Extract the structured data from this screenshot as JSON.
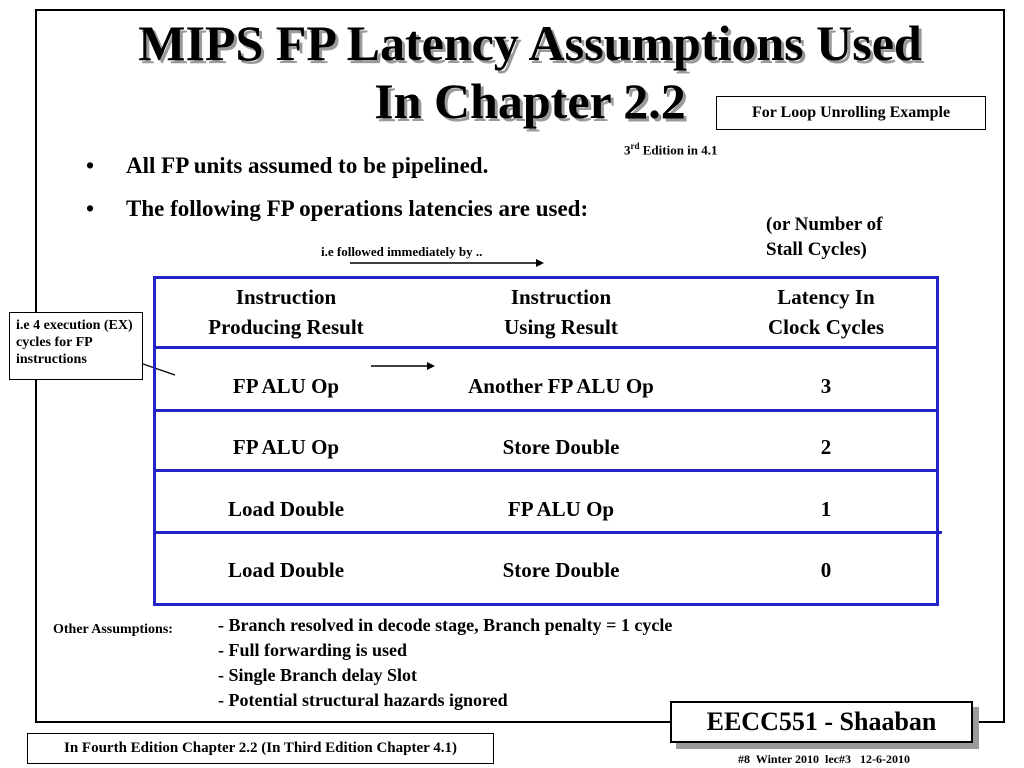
{
  "title": {
    "line1": "MIPS FP Latency Assumptions Used",
    "line2": "In Chapter 2.2"
  },
  "loop_note": "For Loop Unrolling Example",
  "edition_note": {
    "prefix": "3",
    "sup": "rd",
    "suffix": " Edition in 4.1"
  },
  "bullets": [
    "All FP units assumed to be pipelined.",
    "The following  FP operations latencies are used:"
  ],
  "bullet_glyph": "•",
  "stall_note": {
    "line1": "(or Number of",
    "line2": "Stall  Cycles)"
  },
  "follow_note": "i.e followed immediately by ..",
  "exec_note": "i.e 4 execution (EX) cycles for FP instructions",
  "table": {
    "headers": [
      {
        "line1": "Instruction",
        "line2": "Producing Result"
      },
      {
        "line1": "Instruction",
        "line2": "Using Result"
      },
      {
        "line1": "Latency In",
        "line2": "Clock Cycles"
      }
    ],
    "rows": [
      {
        "producer": "FP ALU Op",
        "user": "Another FP ALU Op",
        "latency": "3"
      },
      {
        "producer": "FP ALU Op",
        "user": "Store Double",
        "latency": "2"
      },
      {
        "producer": "Load Double",
        "user": "FP ALU Op",
        "latency": "1"
      },
      {
        "producer": "Load Double",
        "user": "Store Double",
        "latency": "0"
      }
    ]
  },
  "other_assumptions": {
    "label": "Other Assumptions:",
    "items": [
      "- Branch resolved in decode stage,  Branch penalty = 1 cycle",
      "- Full forwarding is used",
      "- Single Branch delay Slot",
      "- Potential structural hazards ignored"
    ]
  },
  "footer": {
    "edition": "In Fourth Edition Chapter 2.2 (In Third Edition Chapter 4.1)",
    "course": "EECC551 - Shaaban",
    "slide_info": "#8  Winter 2010  lec#3   12-6-2010"
  },
  "colors": {
    "table_border": "#2323c8",
    "shadow": "#9a9a9a"
  }
}
